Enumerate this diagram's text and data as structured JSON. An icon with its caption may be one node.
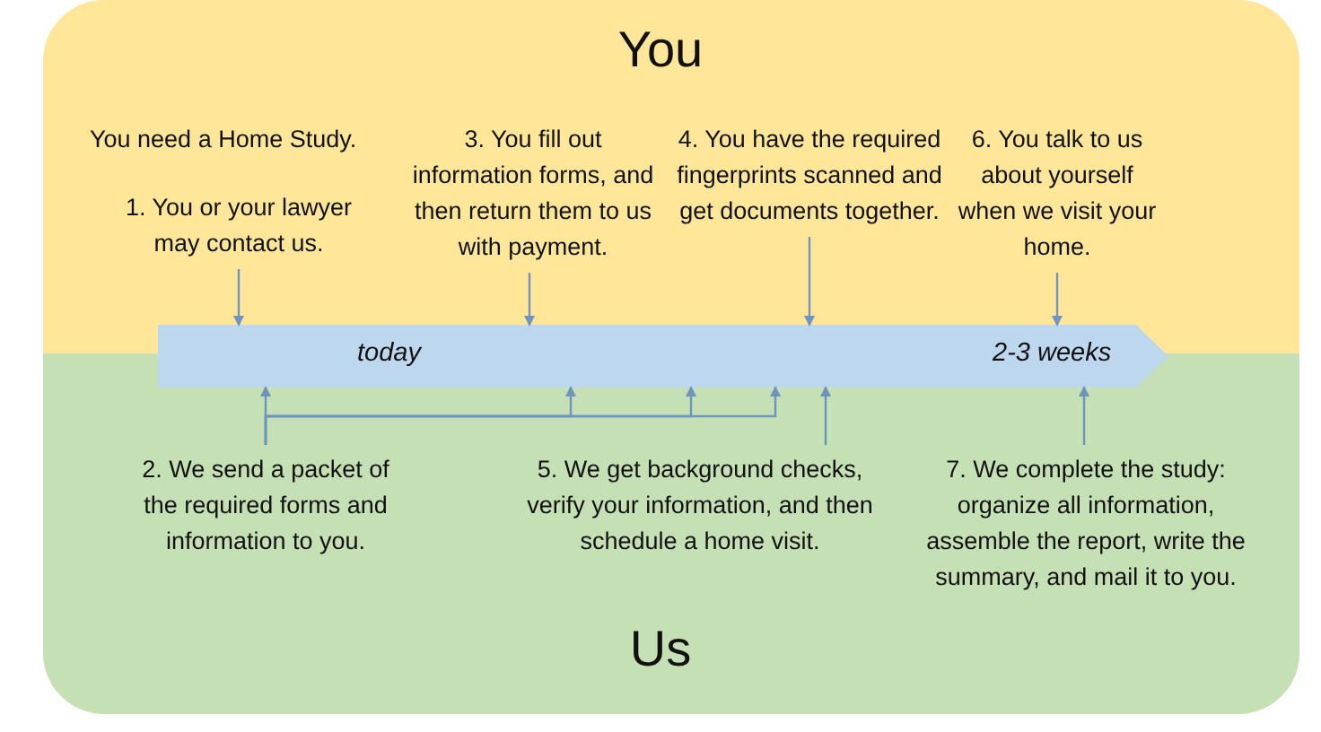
{
  "diagram": {
    "nodes": [
      {
        "text": [
          "today",
          "2-3 weeks"
        ]
      },
      {
        "text": [
          "1. You or your lawyer may contact us."
        ]
      },
      {
        "text": [
          "3. You fill out information forms, and then return them to us with payment."
        ]
      },
      {
        "text": [
          "4. You have the required fingerprints scanned and get documents together."
        ]
      },
      {
        "text": [
          "6. You talk to us about yourself when we visit your home."
        ]
      },
      {
        "text": [
          "2. We send a packet of the required forms and information to you."
        ]
      },
      {
        "text": [
          "5. We get background checks, verify your information, and then schedule a home visit."
        ]
      },
      {
        "text": [
          "7. We complete the study: organize all information, assemble the report, write the summary, and mail it to you."
        ]
      }
    ],
    "edges": [
      {
        "from": 1,
        "to": 0,
        "arrow": "to"
      },
      {
        "from": 2,
        "to": 0,
        "arrow": "to"
      },
      {
        "from": 3,
        "to": 0,
        "arrow": "to"
      },
      {
        "from": 4,
        "to": 0,
        "arrow": "to"
      },
      {
        "from": 5,
        "to": 0,
        "arrow": "to"
      },
      {
        "from": 5,
        "to": 0,
        "arrow": "to"
      },
      {
        "from": 5,
        "to": 0,
        "arrow": "to"
      },
      {
        "from": 5,
        "to": 0,
        "arrow": "to"
      },
      {
        "from": 6,
        "to": 0,
        "arrow": "to"
      },
      {
        "from": 7,
        "to": 0,
        "arrow": "to"
      }
    ],
    "labels": [
      "You",
      "You need a Home Study.",
      "Us"
    ]
  }
}
